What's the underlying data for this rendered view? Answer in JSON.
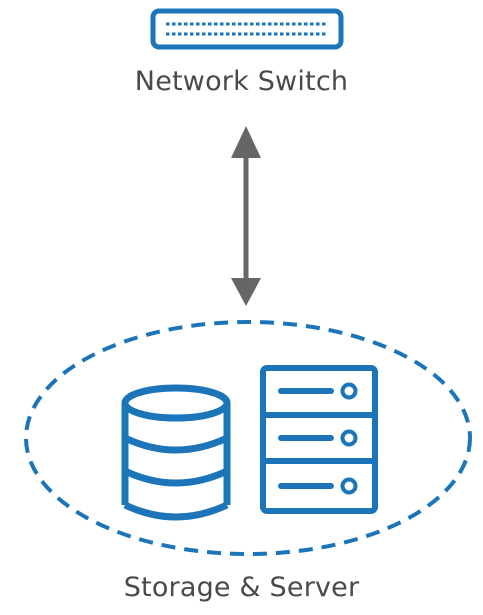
{
  "nodes": {
    "switch": {
      "label": "Network Switch",
      "icon": "network-switch-icon"
    },
    "storage_server": {
      "label": "Storage & Server",
      "icons": [
        "database-icon",
        "server-rack-icon"
      ]
    }
  },
  "connector": {
    "type": "bidirectional-arrow",
    "from": "switch",
    "to": "storage_server"
  },
  "colors": {
    "accent": "#1b75b8",
    "arrow": "#666666",
    "text": "#4a4a4a",
    "background": "#ffffff"
  }
}
